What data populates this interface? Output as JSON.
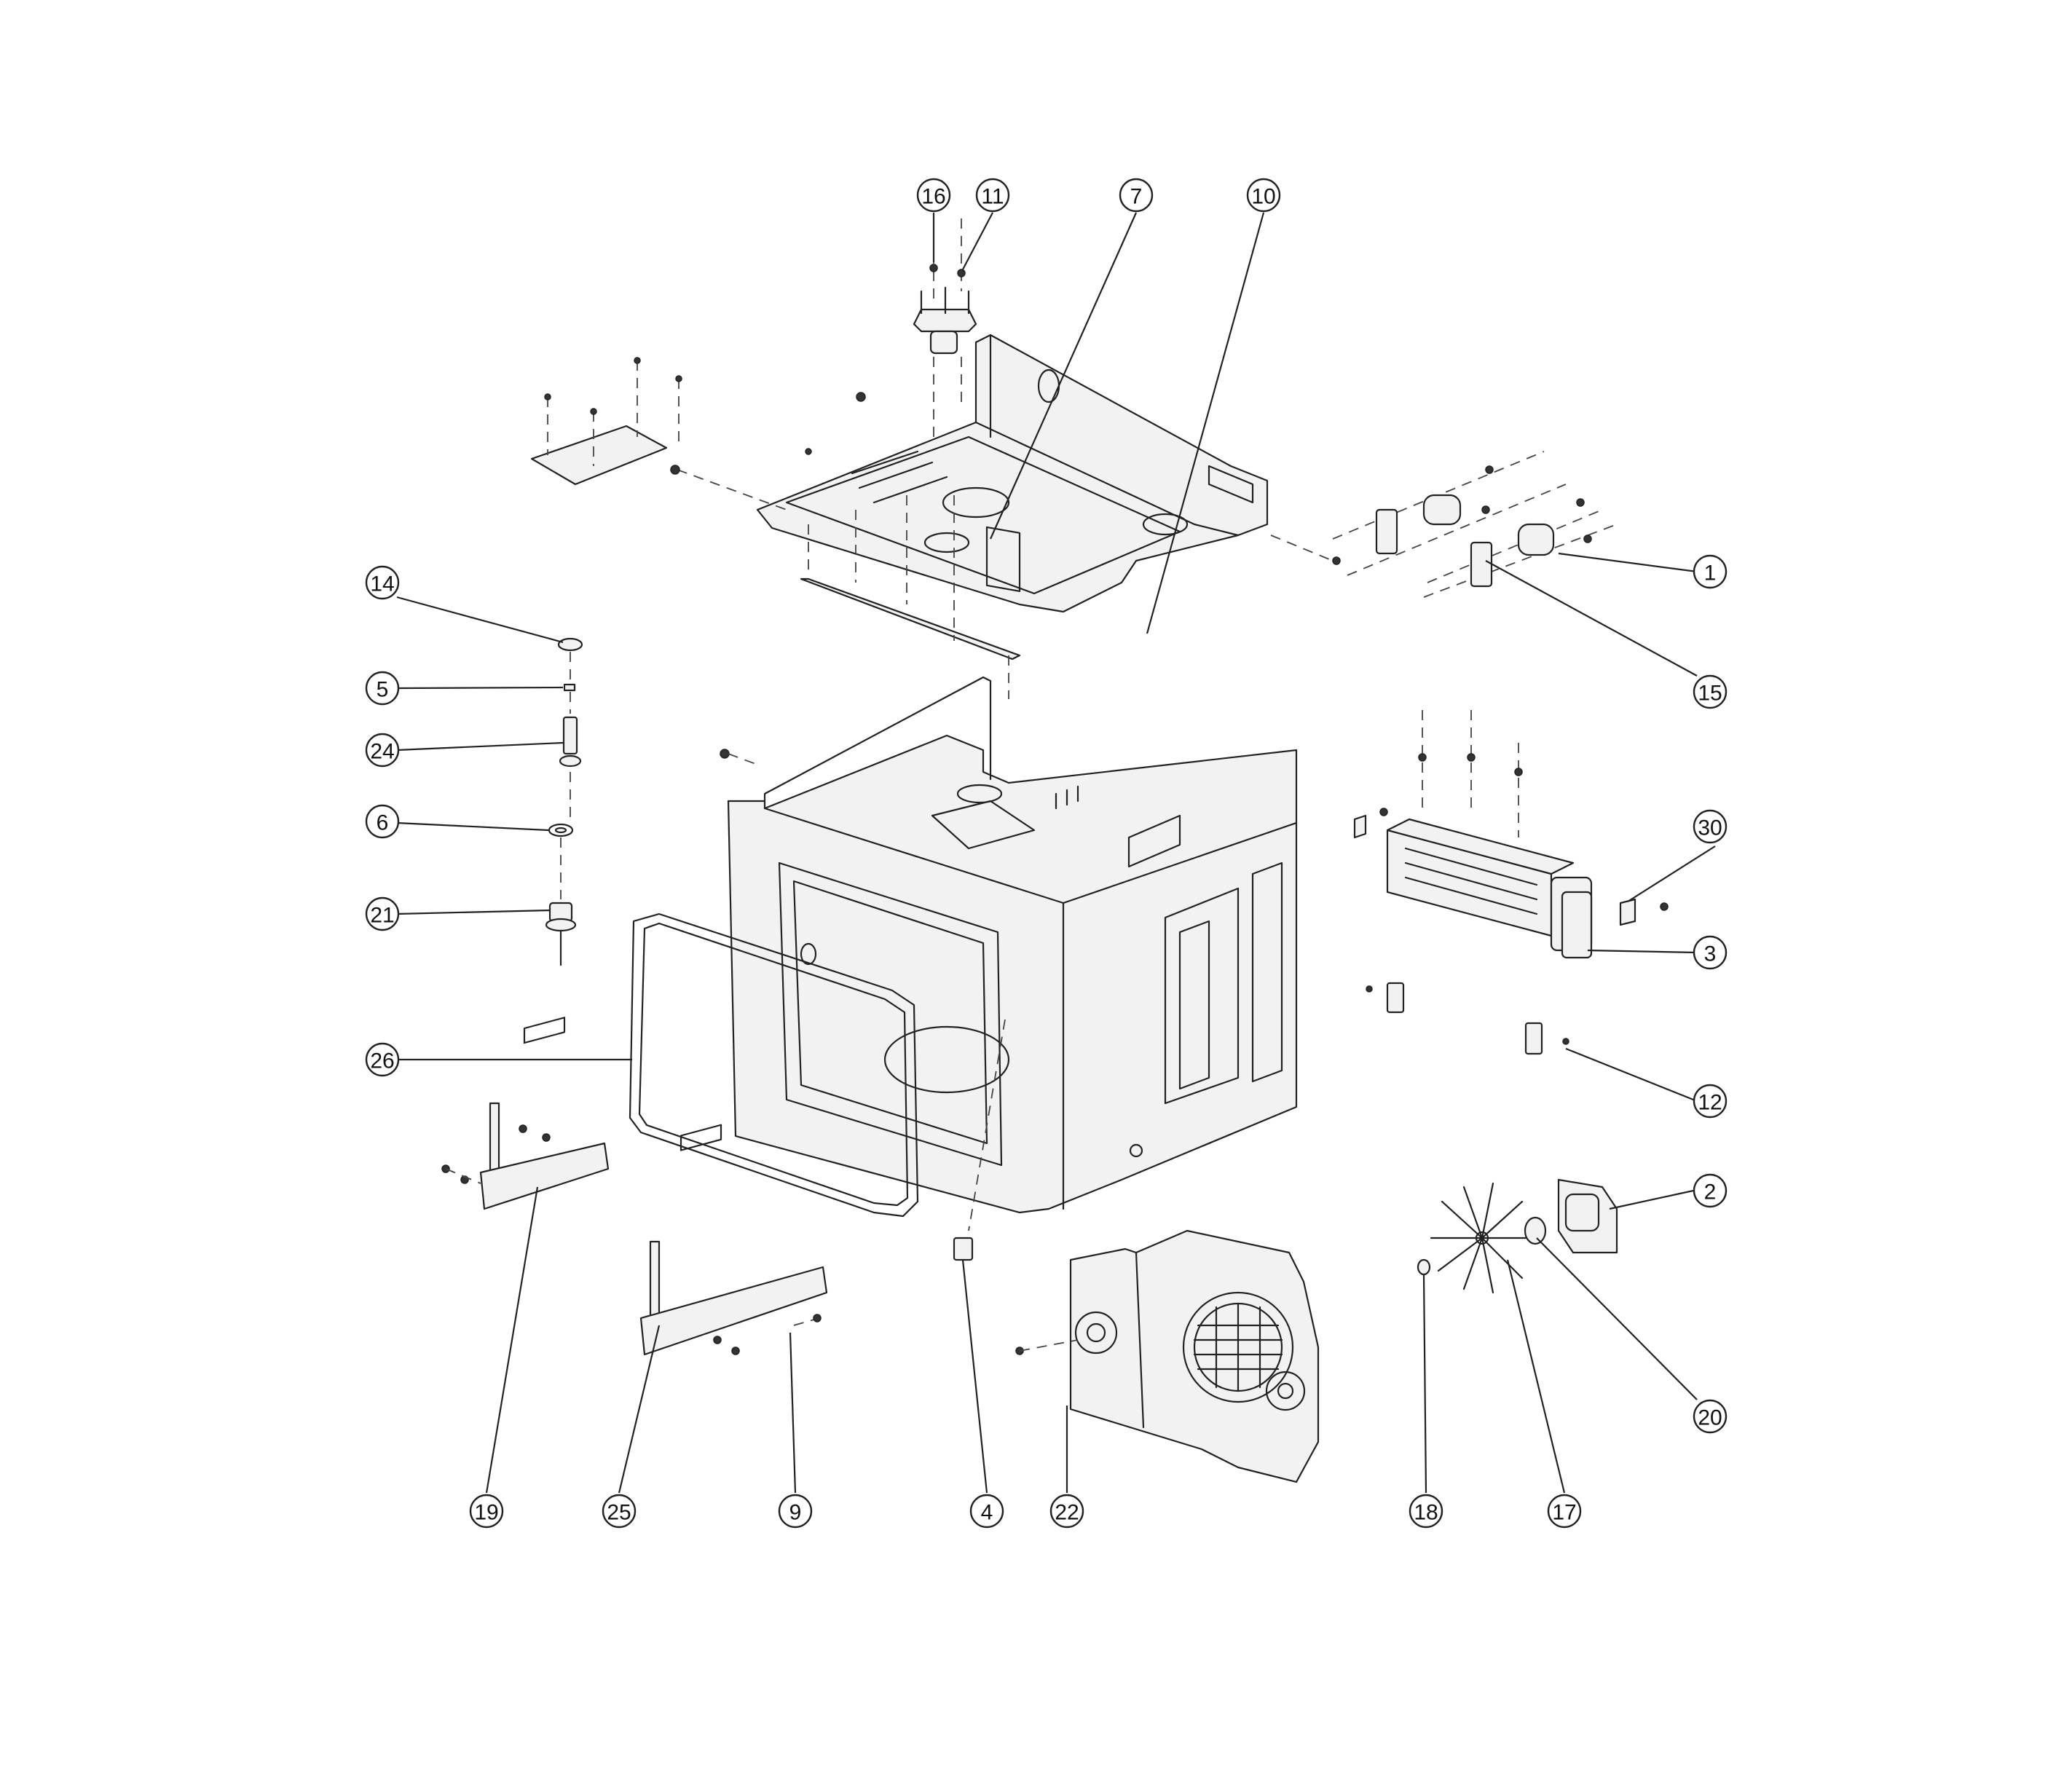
{
  "callouts": [
    {
      "id": "16",
      "label": "16"
    },
    {
      "id": "11",
      "label": "11"
    },
    {
      "id": "7",
      "label": "7"
    },
    {
      "id": "10",
      "label": "10"
    },
    {
      "id": "1",
      "label": "1"
    },
    {
      "id": "15",
      "label": "15"
    },
    {
      "id": "14",
      "label": "14"
    },
    {
      "id": "5",
      "label": "5"
    },
    {
      "id": "24",
      "label": "24"
    },
    {
      "id": "6",
      "label": "6"
    },
    {
      "id": "21",
      "label": "21"
    },
    {
      "id": "26",
      "label": "26"
    },
    {
      "id": "30",
      "label": "30"
    },
    {
      "id": "3",
      "label": "3"
    },
    {
      "id": "12",
      "label": "12"
    },
    {
      "id": "2",
      "label": "2"
    },
    {
      "id": "20",
      "label": "20"
    },
    {
      "id": "19",
      "label": "19"
    },
    {
      "id": "25",
      "label": "25"
    },
    {
      "id": "9",
      "label": "9"
    },
    {
      "id": "4",
      "label": "4"
    },
    {
      "id": "22",
      "label": "22"
    },
    {
      "id": "18",
      "label": "18"
    },
    {
      "id": "17",
      "label": "17"
    }
  ]
}
